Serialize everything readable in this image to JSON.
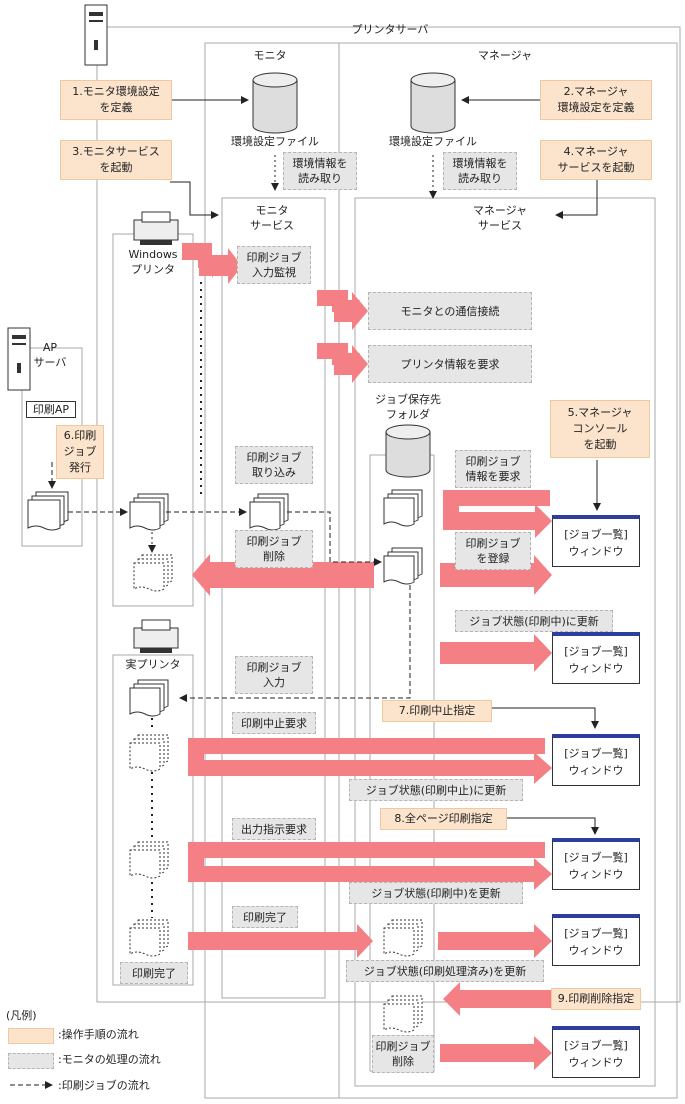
{
  "server": {
    "title": "プリンタサーバ"
  },
  "sections": {
    "monitor": "モニタ",
    "manager": "マネージャ"
  },
  "files": {
    "monitor_config": "環境設定ファイル",
    "manager_config": "環境設定ファイル"
  },
  "services": {
    "monitor_service": "モニタ\nサービス",
    "manager_service": "マネージャ\nサービス"
  },
  "printers": {
    "windows": "Windows\nプリンタ",
    "real": "実プリンタ"
  },
  "ap_server": {
    "title": "AP\nサーバ",
    "app": "印刷AP"
  },
  "job_folder": "ジョブ保存先\nフォルダ",
  "ops": [
    "1.モニタ環境設定\nを定義",
    "2.マネージャ\n環境設定を定義",
    "3.モニタサービス\nを起動",
    "4.マネージャ\nサービスを起動",
    "5.マネージャ\nコンソール\nを起動",
    "6.印刷\nジョブ\n発行",
    "7.印刷中止指定",
    "8.全ページ印刷指定",
    "9.印刷削除指定"
  ],
  "monitor_steps": [
    "環境情報を\n読み取り",
    "環境情報を\n読み取り",
    "印刷ジョブ\n入力監視",
    "モニタとの通信接続",
    "プリンタ情報を要求",
    "印刷ジョブ\n取り込み",
    "印刷ジョブ\n情報を要求",
    "印刷ジョブ\n削除",
    "印刷ジョブ\nを登録",
    "ジョブ状態(印刷中)に更新",
    "印刷ジョブ\n入力",
    "印刷中止要求",
    "ジョブ状態(印刷中止)に更新",
    "出力指示要求",
    "ジョブ状態(印刷中)を更新",
    "印刷完了",
    "印刷完了",
    "ジョブ状態(印刷処理済み)を更新",
    "印刷ジョブ\n削除"
  ],
  "window_label": "[ジョブ一覧]\nウィンドウ",
  "legend": {
    "title": "(凡例)",
    "op": ":操作手順の流れ",
    "monitor": ":モニタの処理の流れ",
    "job": ":印刷ジョブの流れ"
  },
  "colors": {
    "op_fill": "#fbe3cc",
    "monitor_fill": "#e6e6e6",
    "flow_arrow": "#f47f84"
  }
}
